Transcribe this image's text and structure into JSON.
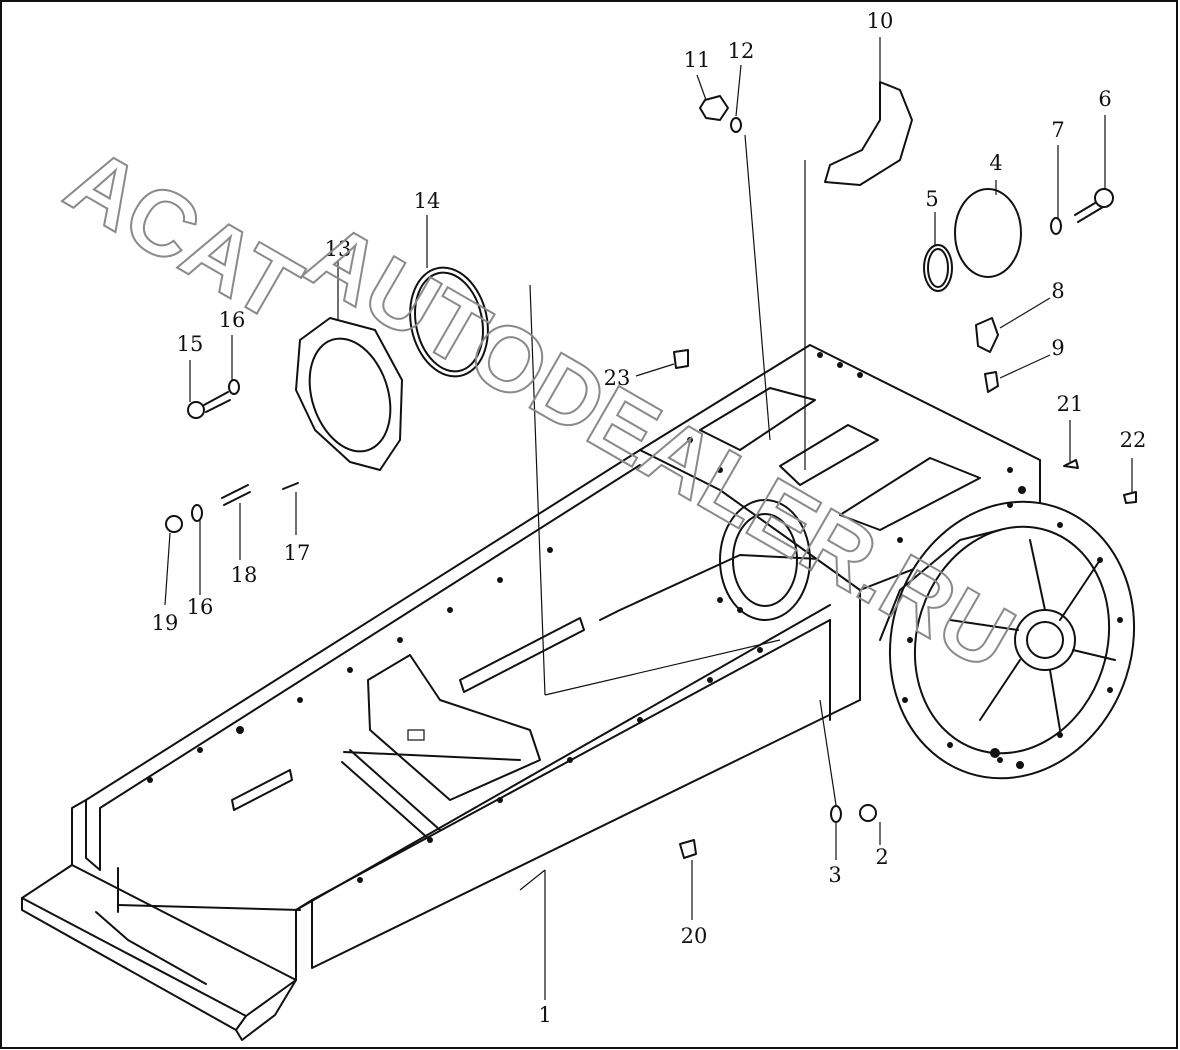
{
  "watermark": {
    "line1": "ACAT",
    "line2": "AUTODEALER.RU"
  },
  "callouts": [
    {
      "number": "1"
    },
    {
      "number": "2"
    },
    {
      "number": "3"
    },
    {
      "number": "4"
    },
    {
      "number": "5"
    },
    {
      "number": "6"
    },
    {
      "number": "7"
    },
    {
      "number": "8"
    },
    {
      "number": "9"
    },
    {
      "number": "10"
    },
    {
      "number": "11"
    },
    {
      "number": "12"
    },
    {
      "number": "13"
    },
    {
      "number": "14"
    },
    {
      "number": "15"
    },
    {
      "number": "16"
    },
    {
      "number": "16"
    },
    {
      "number": "17"
    },
    {
      "number": "18"
    },
    {
      "number": "19"
    },
    {
      "number": "20"
    },
    {
      "number": "21"
    },
    {
      "number": "22"
    },
    {
      "number": "23"
    }
  ]
}
